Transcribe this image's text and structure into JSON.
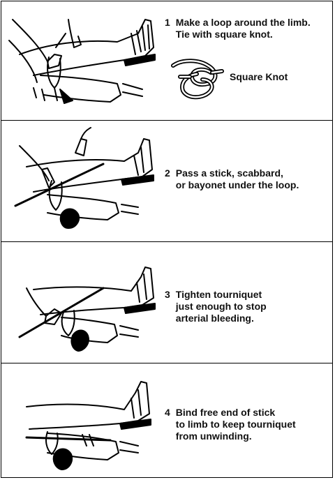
{
  "steps": [
    {
      "number": "1",
      "text": "Make a loop around the limb.\nTie with square knot."
    },
    {
      "number": "2",
      "text": "Pass a stick, scabbard,\nor bayonet under the loop."
    },
    {
      "number": "3",
      "text": "Tighten tourniquet\njust enough to stop\narterial bleeding."
    },
    {
      "number": "4",
      "text": "Bind free end of stick\nto limb to keep tourniquet\nfrom unwinding."
    }
  ],
  "knot_label": "Square Knot",
  "colors": {
    "ink": "#000000",
    "background": "#ffffff"
  }
}
